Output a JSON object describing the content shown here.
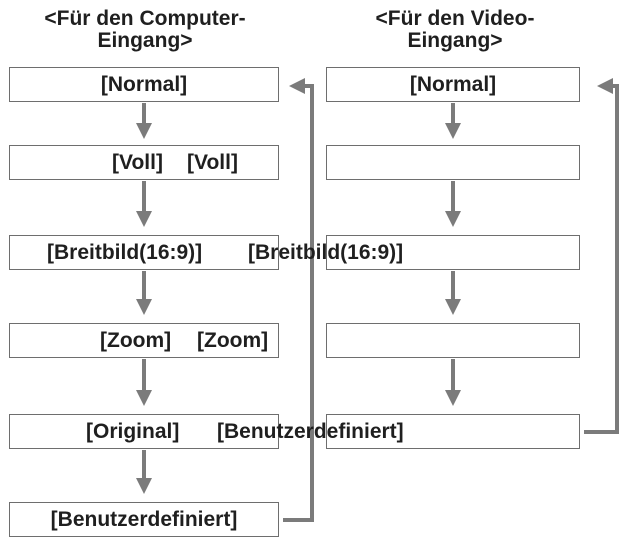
{
  "headings": {
    "left": [
      "<Für den Computer-",
      "Eingang>"
    ],
    "right": [
      "<Für den Video-",
      "Eingang>"
    ]
  },
  "left_column": [
    "[Normal]",
    "[Voll]",
    "[Breitbild(16:9)]",
    "[Zoom]",
    "[Original]",
    "[Benutzerdefiniert]"
  ],
  "right_column": [
    "[Normal]",
    "[Voll]",
    "[Breitbild(16:9)]",
    "[Zoom]",
    "[Benutzerdefiniert]"
  ],
  "colors": {
    "arrow": "#7b7b7b",
    "box_border": "#6e6e6e",
    "text": "#1f1f1f"
  }
}
